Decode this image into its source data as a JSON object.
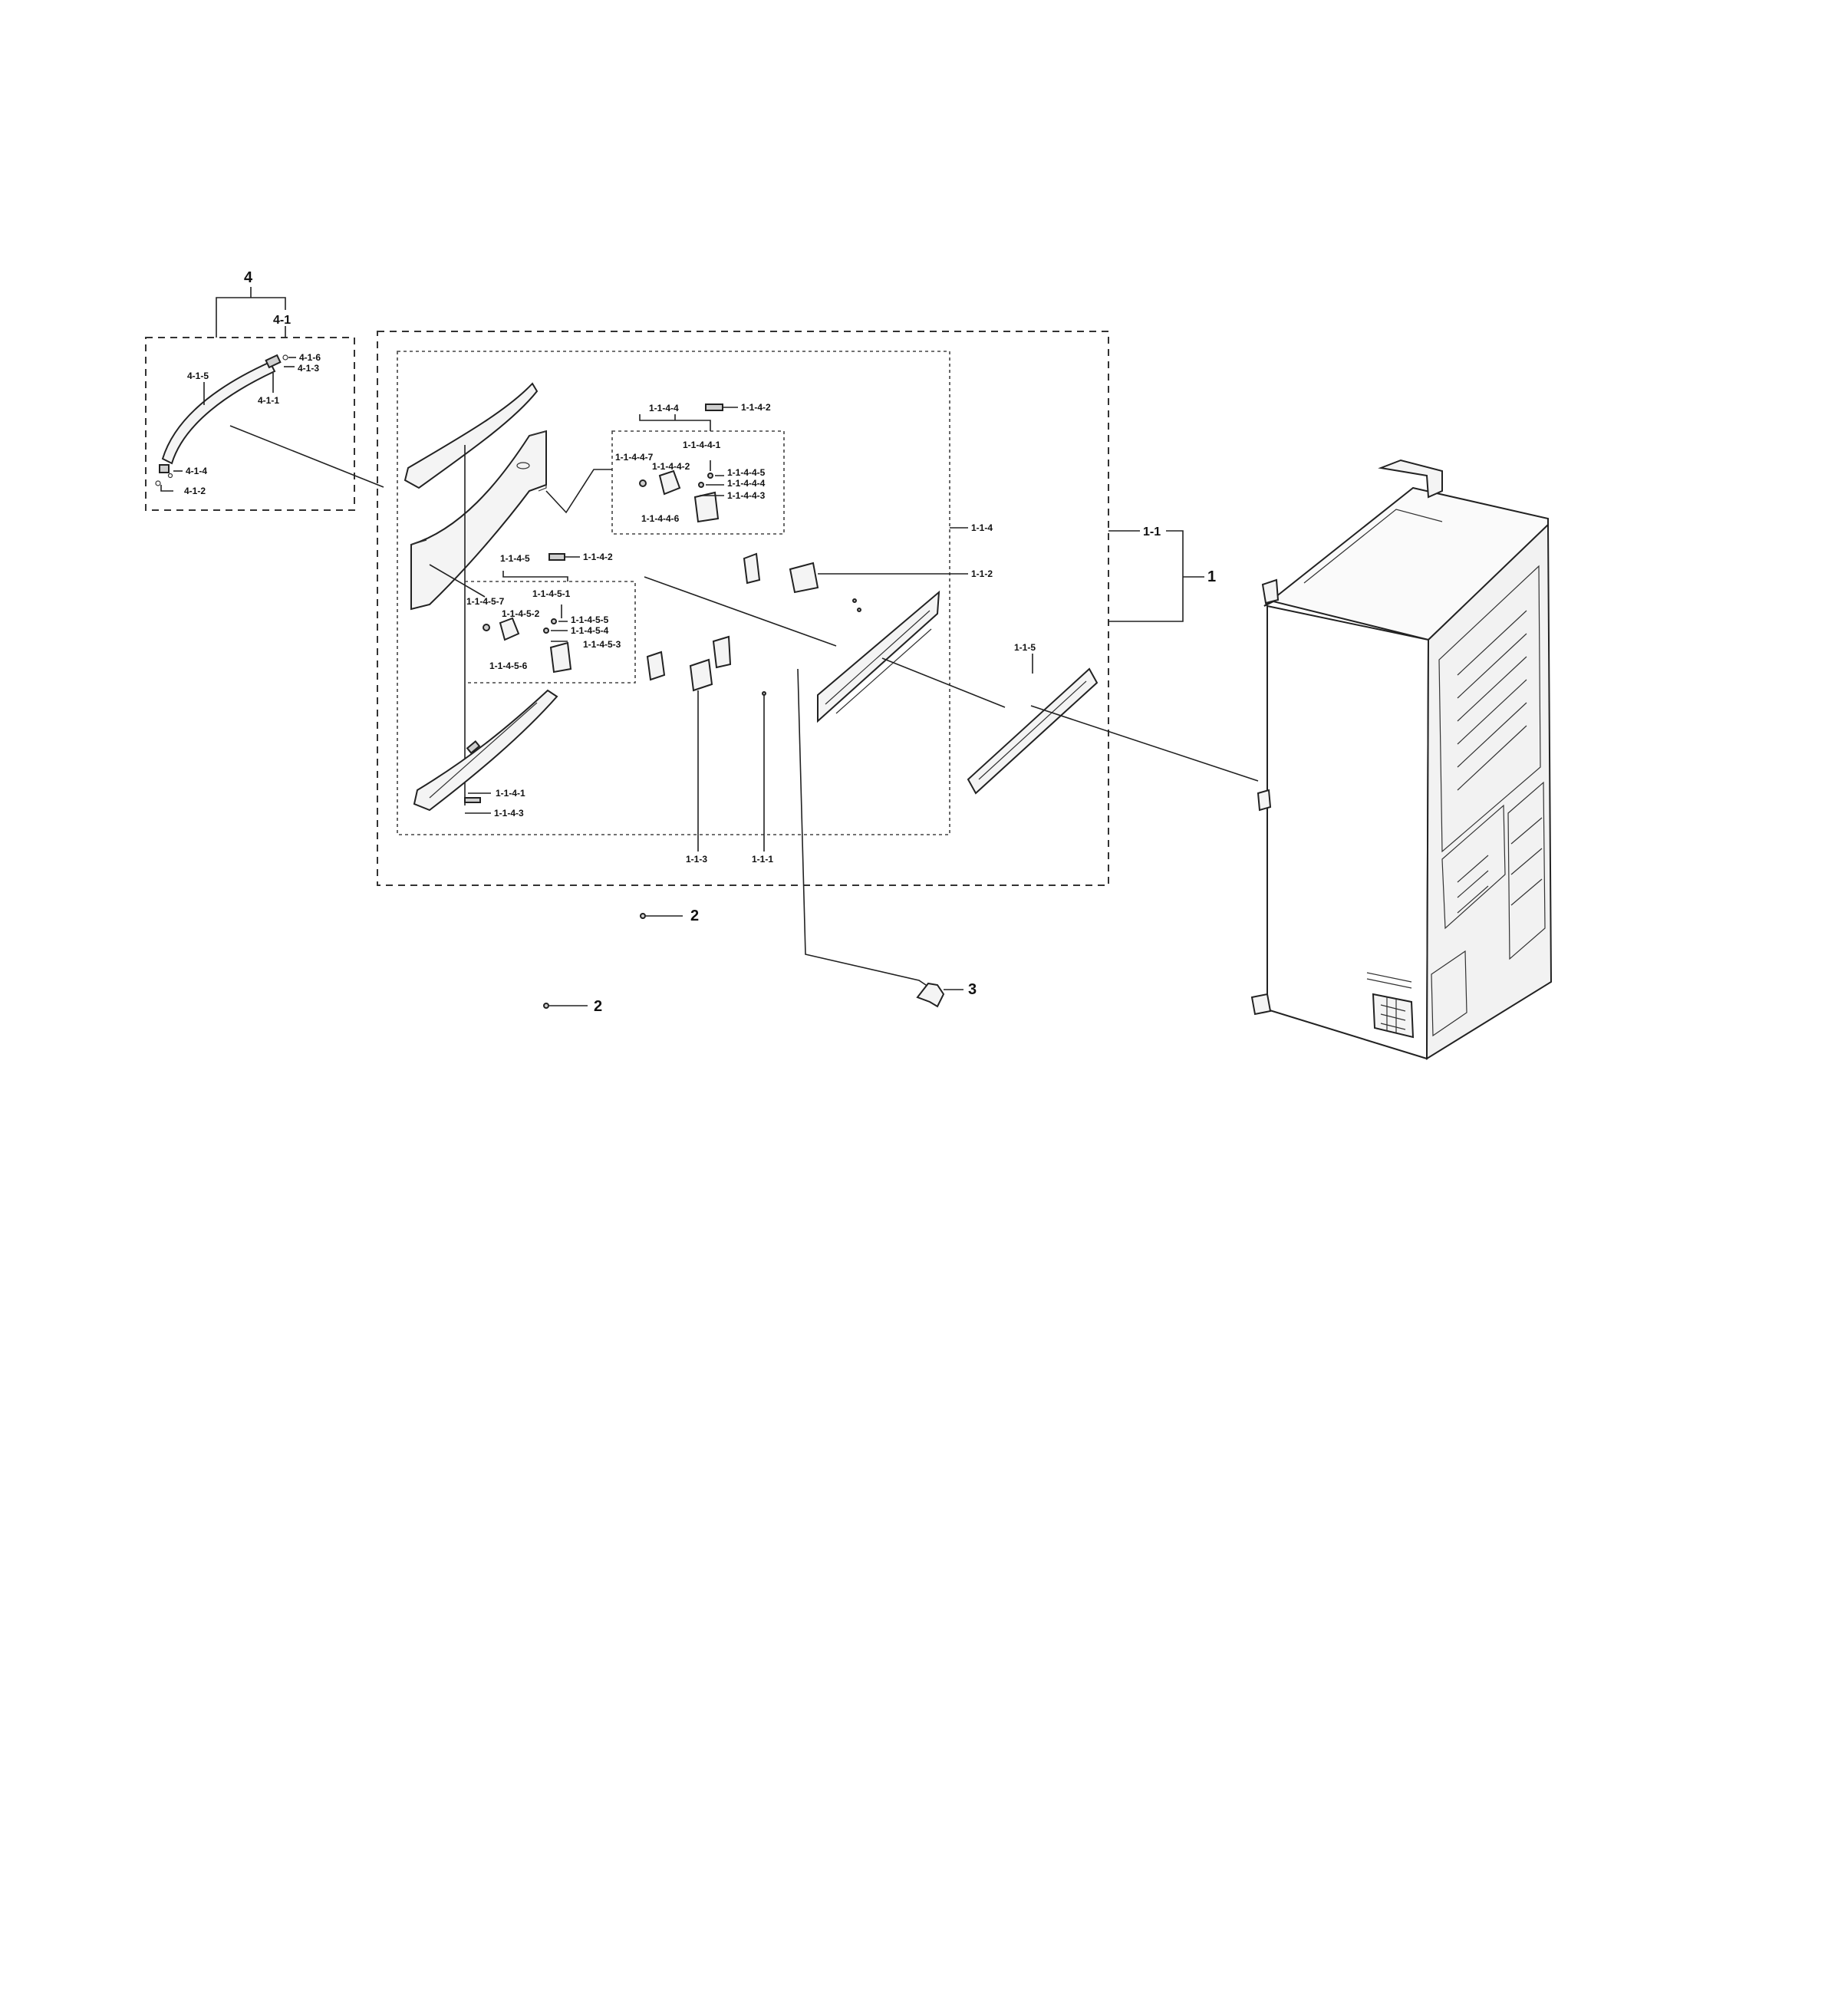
{
  "labels": {
    "l4": "4",
    "l4_1": "4-1",
    "l4_1_5": "4-1-5",
    "l4_1_6": "4-1-6",
    "l4_1_3": "4-1-3",
    "l4_1_1": "4-1-1",
    "l4_1_4": "4-1-4",
    "l4_1_2": "4-1-2",
    "l1_1_4_4": "1-1-4-4",
    "l1_1_4_2a": "1-1-4-2",
    "l1_1_4_4_1": "1-1-4-4-1",
    "l1_1_4_4_7": "1-1-4-4-7",
    "l1_1_4_4_2": "1-1-4-4-2",
    "l1_1_4_4_5": "1-1-4-4-5",
    "l1_1_4_4_4": "1-1-4-4-4",
    "l1_1_4_4_3": "1-1-4-4-3",
    "l1_1_4_4_6": "1-1-4-4-6",
    "l1_1_4": "1-1-4",
    "l1_1": "1-1",
    "l1": "1",
    "l1_1_4_5": "1-1-4-5",
    "l1_1_4_2b": "1-1-4-2",
    "l1_1_2": "1-1-2",
    "l1_1_4_5_1": "1-1-4-5-1",
    "l1_1_4_5_7": "1-1-4-5-7",
    "l1_1_4_5_2": "1-1-4-5-2",
    "l1_1_4_5_5": "1-1-4-5-5",
    "l1_1_4_5_4": "1-1-4-5-4",
    "l1_1_4_5_3": "1-1-4-5-3",
    "l1_1_4_5_6": "1-1-4-5-6",
    "l1_1_5": "1-1-5",
    "l1_1_4_1": "1-1-4-1",
    "l1_1_4_3": "1-1-4-3",
    "l1_1_3": "1-1-3",
    "l1_1_1": "1-1-1",
    "l2a": "2",
    "l2b": "2",
    "l3": "3"
  }
}
